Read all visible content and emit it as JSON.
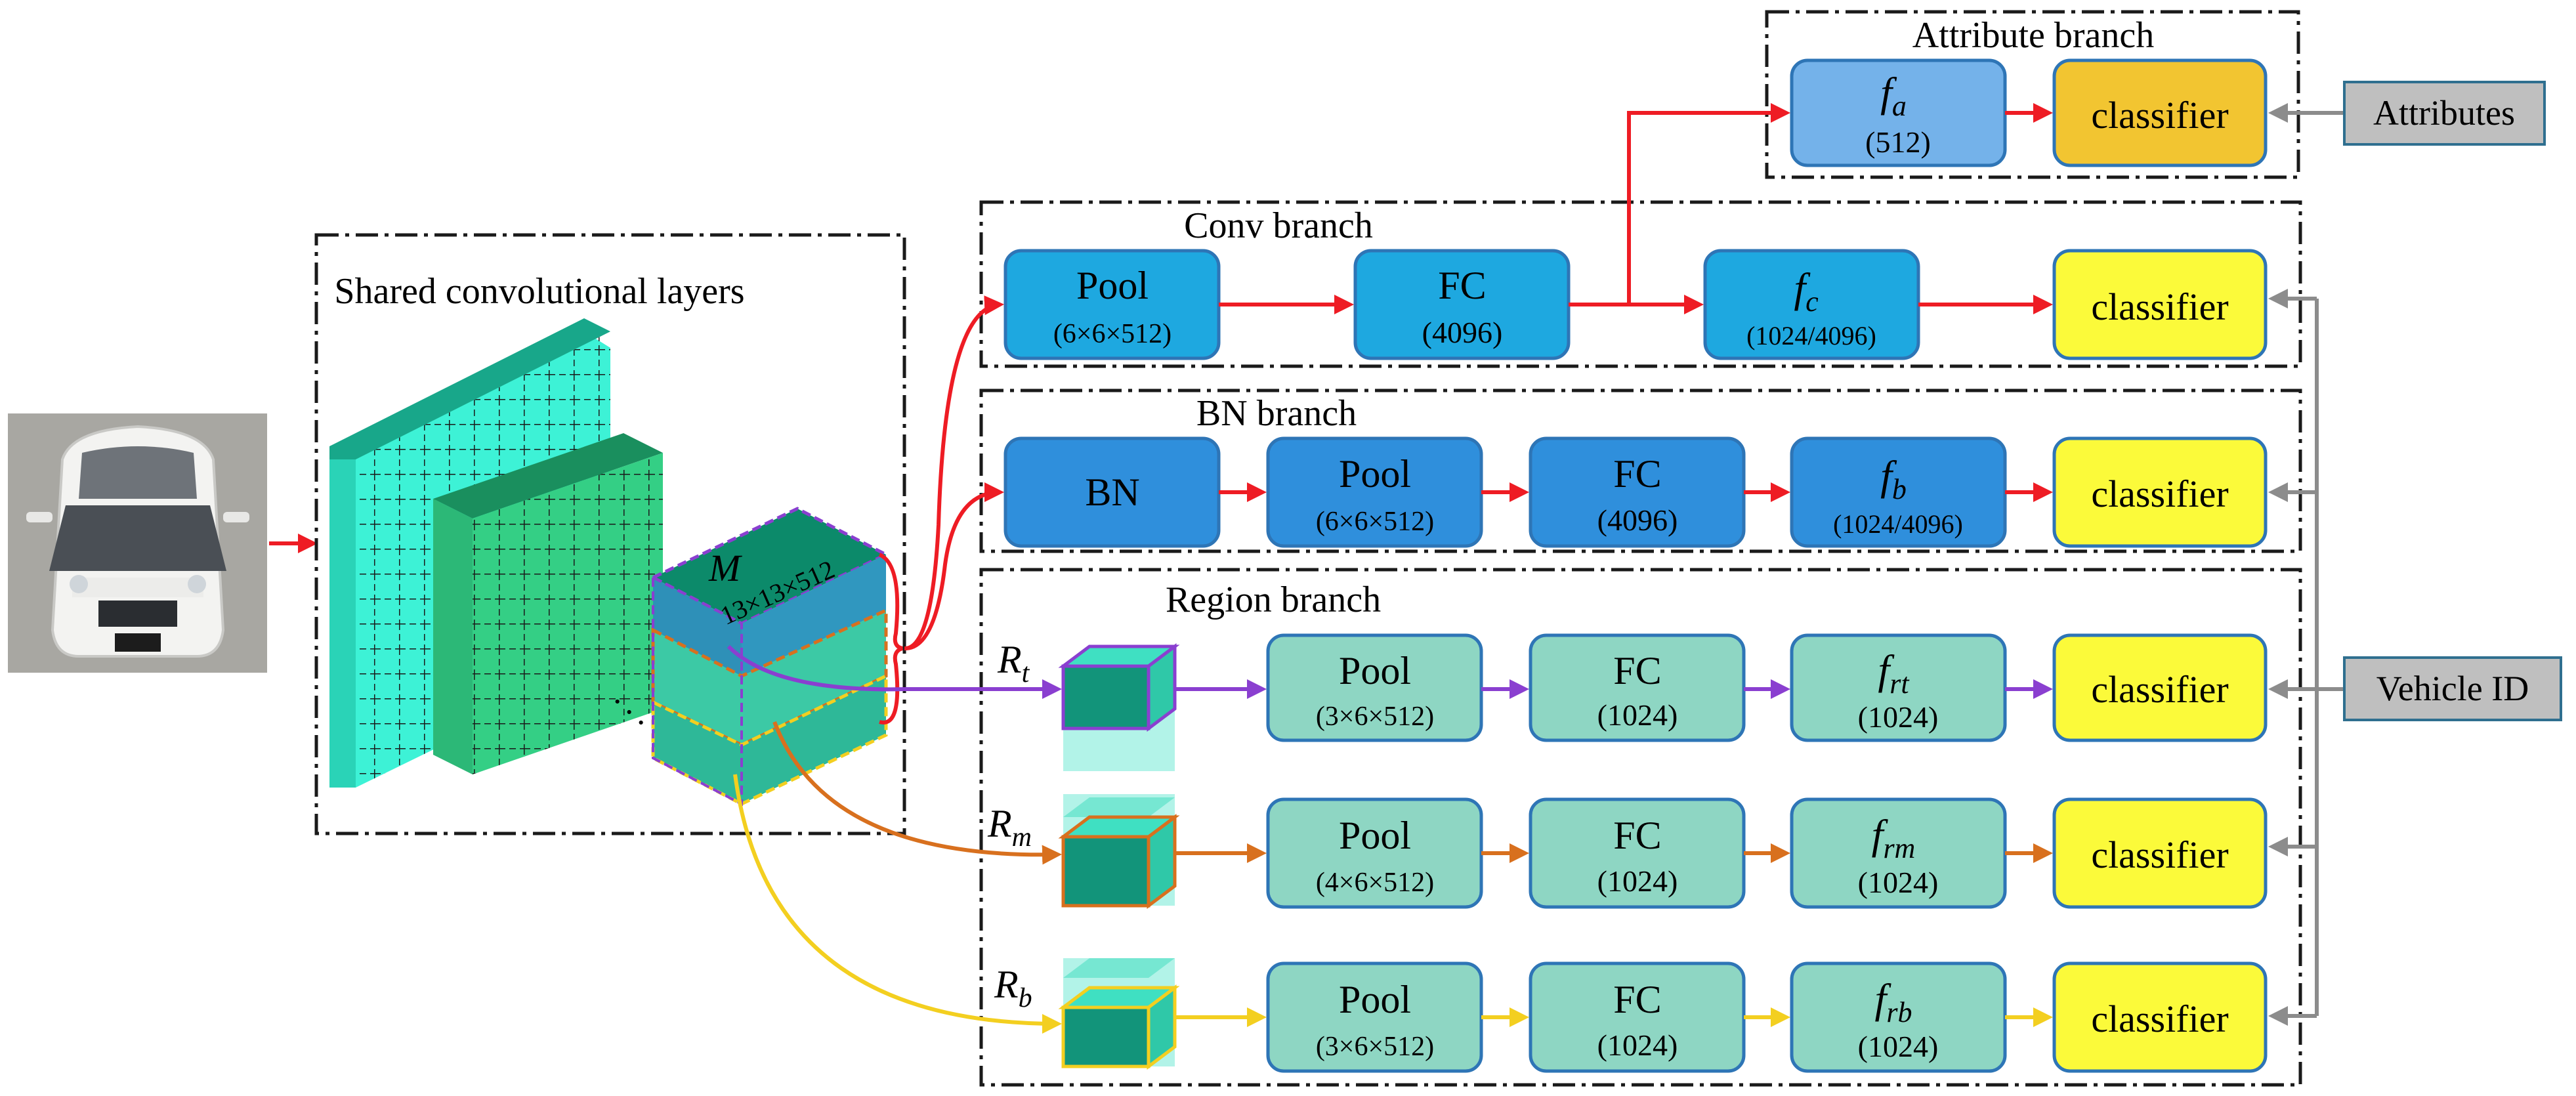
{
  "shared": {
    "title": "Shared convolutional layers",
    "map_label": "M",
    "map_dims": "13×13×512"
  },
  "branches": {
    "attribute": "Attribute branch",
    "conv": "Conv branch",
    "bn": "BN branch",
    "region": "Region branch"
  },
  "attribute_row": {
    "feature_name": "f",
    "feature_sub": "a",
    "feature_dims": "(512)",
    "classifier": "classifier",
    "input": "Attributes"
  },
  "conv_row": {
    "pool": "Pool",
    "pool_dims": "(6×6×512)",
    "fc": "FC",
    "fc_dims": "(4096)",
    "feature_name": "f",
    "feature_sub": "c",
    "feature_dims": "(1024/4096)",
    "classifier": "classifier"
  },
  "bn_row": {
    "bn": "BN",
    "pool": "Pool",
    "pool_dims": "(6×6×512)",
    "fc": "FC",
    "fc_dims": "(4096)",
    "feature_name": "f",
    "feature_sub": "b",
    "feature_dims": "(1024/4096)",
    "classifier": "classifier"
  },
  "region_rows": {
    "top": {
      "region_name": "R",
      "region_sub": "t",
      "pool": "Pool",
      "pool_dims": "(3×6×512)",
      "fc": "FC",
      "fc_dims": "(1024)",
      "feature_name": "f",
      "feature_sub": "rt",
      "feature_dims": "(1024)",
      "classifier": "classifier"
    },
    "middle": {
      "region_name": "R",
      "region_sub": "m",
      "pool": "Pool",
      "pool_dims": "(4×6×512)",
      "fc": "FC",
      "fc_dims": "(1024)",
      "feature_name": "f",
      "feature_sub": "rm",
      "feature_dims": "(1024)",
      "classifier": "classifier"
    },
    "bottom": {
      "region_name": "R",
      "region_sub": "b",
      "pool": "Pool",
      "pool_dims": "(3×6×512)",
      "fc": "FC",
      "fc_dims": "(1024)",
      "feature_name": "f",
      "feature_sub": "rb",
      "feature_dims": "(1024)",
      "classifier": "classifier"
    }
  },
  "vehicle_id": "Vehicle ID",
  "colors": {
    "conv_blue": "#1ea8e0",
    "bn_blue": "#2f8fdc",
    "attr_blue": "#74b2ea",
    "region_teal": "#8ed6c3",
    "classifier_yellow": "#fbfa3a",
    "attr_classifier": "#f2c531",
    "label_gray": "#bfbfbf",
    "arrow_red": "#ee1c24",
    "arrow_purple": "#8a3fd0",
    "arrow_orange": "#d8701e",
    "arrow_yellow": "#f7d93a",
    "arrow_gray": "#8c8c8c"
  }
}
